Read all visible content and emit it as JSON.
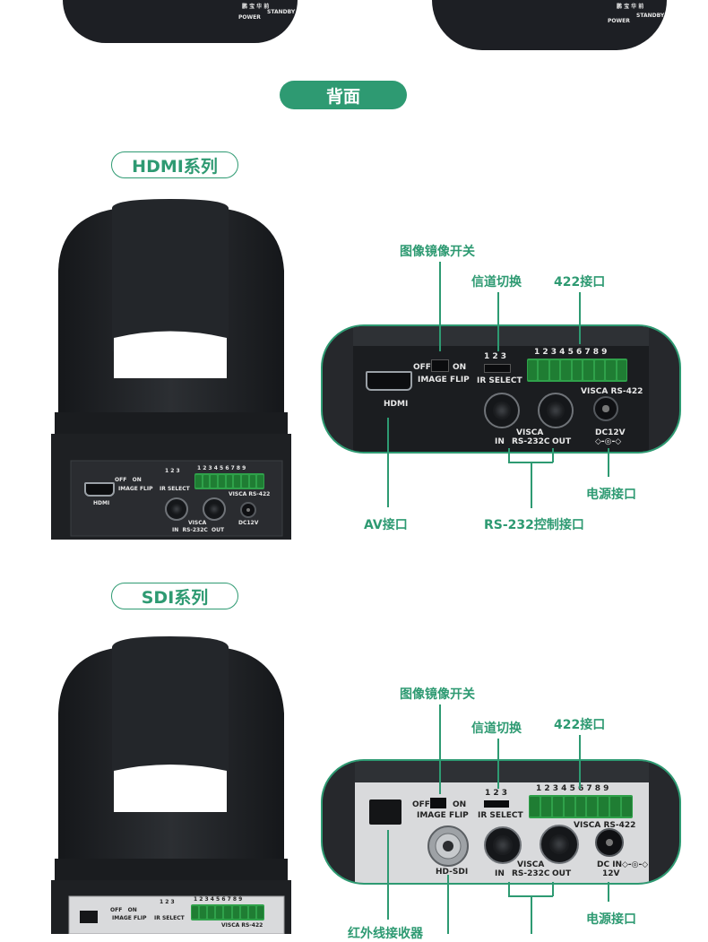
{
  "section_title": "背面",
  "hdmi": {
    "series_label": "HDMI系列",
    "callouts": {
      "image_flip": "图像镜像开关",
      "channel": "信道切换",
      "port_422": "422接口",
      "power": "电源接口",
      "av": "AV接口",
      "rs232": "RS-232控制接口"
    },
    "panel_text": {
      "off": "OFF",
      "on": "ON",
      "image_flip": "IMAGE FLIP",
      "hdmi": "HDMI",
      "channels": "1 2 3",
      "ir_select": "IR SELECT",
      "terminals": "1 2 3 4 5 6 7 8 9",
      "visca_rs422": "VISCA RS-422",
      "visca": "VISCA",
      "in": "IN",
      "rs232c": "RS-232C",
      "out": "OUT",
      "dc12v": "DC12V",
      "dc_symbol": "◇-◎-◇"
    }
  },
  "sdi": {
    "series_label": "SDI系列",
    "callouts": {
      "image_flip": "图像镜像开关",
      "channel": "信道切换",
      "port_422": "422接口",
      "power": "电源接口",
      "ir_receiver": "红外线接收器"
    },
    "panel_text": {
      "off": "OFF",
      "on": "ON",
      "image_flip": "IMAGE FLIP",
      "hd_sdi": "HD-SDI",
      "channels": "1 2 3",
      "ir_select": "IR SELECT",
      "terminals": "1 2 3 4 5 6 7 8 9",
      "visca_rs422": "VISCA RS-422",
      "visca": "VISCA",
      "in": "IN",
      "rs232c": "RS-232C",
      "out": "OUT",
      "dc_in": "DC IN",
      "v12": "12V",
      "dc_symbol": "◇-◎-◇"
    }
  },
  "top_cameras": {
    "power": "POWER",
    "standby": "STANDBY",
    "brand": "鹏 宝 华 前"
  }
}
